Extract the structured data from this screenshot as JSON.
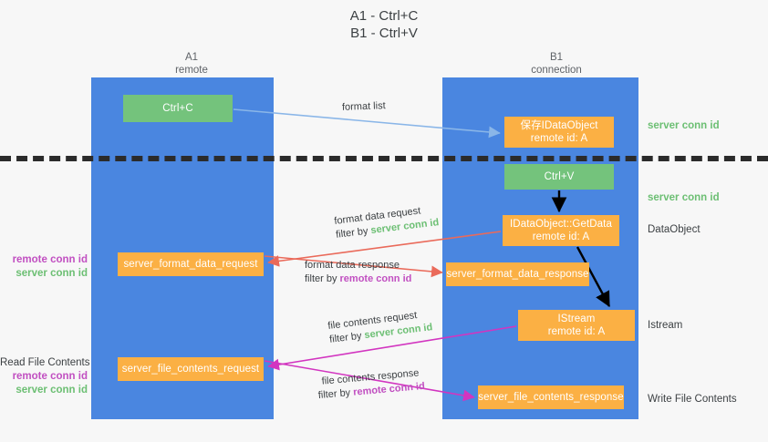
{
  "title": {
    "line1": "A1 - Ctrl+C",
    "line2": "B1 - Ctrl+V"
  },
  "colors": {
    "lane": "#4a86e0",
    "node_orange": "#fbb044",
    "node_green": "#74c37c",
    "server_conn_id": "#6cbf73",
    "remote_conn_id": "#c14fc1",
    "arrow_format_list": "#8ab6e8",
    "arrow_format_data": "#ea6a5a",
    "arrow_file_contents": "#d235c0",
    "arrow_internal": "#000000",
    "divider": "#2b2b2b",
    "background": "#f7f7f7"
  },
  "lanes": [
    {
      "id": "a1",
      "title": "A1",
      "subtitle": "remote"
    },
    {
      "id": "b1",
      "title": "B1",
      "subtitle": "connection"
    }
  ],
  "nodes": {
    "ctrl_c": {
      "label": "Ctrl+C",
      "kind": "green"
    },
    "idataobject": {
      "line1": "保存IDataObject",
      "line2": "remote id: A",
      "kind": "orange"
    },
    "ctrl_v": {
      "label": "Ctrl+V",
      "kind": "green"
    },
    "getdata": {
      "line1": "IDataObject::GetData",
      "line2": "remote id: A",
      "kind": "orange"
    },
    "istream": {
      "line1": "IStream",
      "line2": "remote id: A",
      "kind": "orange"
    },
    "server_format_data_request": {
      "label": "server_format_data_request",
      "kind": "orange"
    },
    "server_format_data_response": {
      "label": "server_format_data_response",
      "kind": "orange"
    },
    "server_file_contents_request": {
      "label": "server_file_contents_request",
      "kind": "orange"
    },
    "server_file_contents_response": {
      "label": "server_file_contents_response",
      "kind": "orange"
    }
  },
  "edge_labels": {
    "format_list": "format list",
    "format_data_request": {
      "line1": "format data request",
      "filter_prefix": "filter by ",
      "filter_key": "server conn id"
    },
    "format_data_response": {
      "line1": "format data response",
      "filter_prefix": "filter by ",
      "filter_key": "remote conn id"
    },
    "file_contents_request": {
      "line1": "file contents request",
      "filter_prefix": "filter by ",
      "filter_key": "server conn id"
    },
    "file_contents_response": {
      "line1": "file contents response",
      "filter_prefix": "filter by ",
      "filter_key": "remote conn id"
    }
  },
  "right_annotations": {
    "conn_top": "server conn id",
    "conn_mid": "server conn id",
    "dataobject": "DataObject",
    "istream": "Istream",
    "write_file_contents": "Write File Contents"
  },
  "left_annotations": {
    "block1": {
      "remote": "remote conn id",
      "server": "server conn id"
    },
    "block2": {
      "heading": "Read File Contents",
      "remote": "remote conn id",
      "server": "server conn id"
    }
  }
}
